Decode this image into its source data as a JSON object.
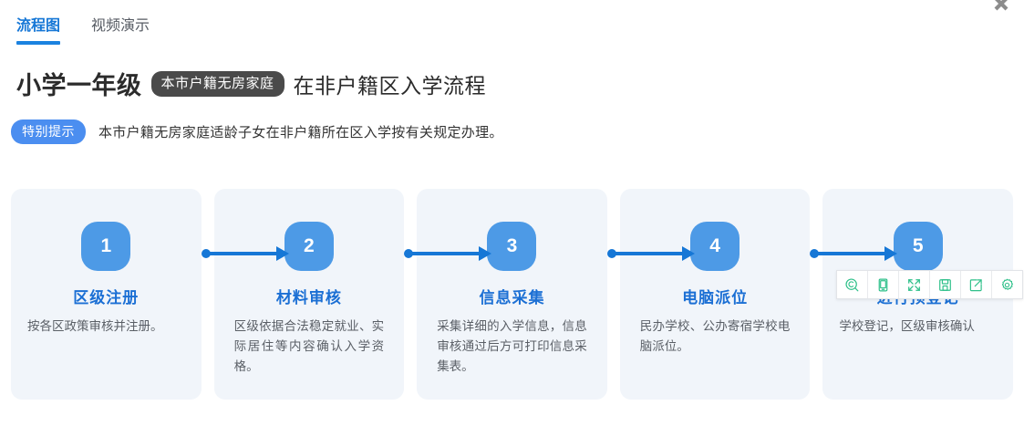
{
  "window": {
    "close_label": "×",
    "close_icon": "close-icon"
  },
  "tabs": [
    {
      "label": "流程图",
      "active": true
    },
    {
      "label": "视频演示",
      "active": false
    }
  ],
  "heading": {
    "main": "小学一年级",
    "chip": "本市户籍无房家庭",
    "tail": "在非户籍区入学流程"
  },
  "notice": {
    "chip": "特别提示",
    "text": "本市户籍无房家庭适龄子女在非户籍所在区入学按有关规定办理。"
  },
  "flow": {
    "steps": [
      {
        "number": "1",
        "title": "区级注册",
        "desc": "按各区政策审核并注册。"
      },
      {
        "number": "2",
        "title": "材料审核",
        "desc": "区级依据合法稳定就业、实际居住等内容确认入学资格。"
      },
      {
        "number": "3",
        "title": "信息采集",
        "desc": "采集详细的入学信息，信息审核通过后方可打印信息采集表。"
      },
      {
        "number": "4",
        "title": "电脑派位",
        "desc": "民办学校、公办寄宿学校电脑派位。"
      },
      {
        "number": "5",
        "title": "进行预登记",
        "desc": "学校登记，区级审核确认"
      }
    ]
  },
  "image_toolbar": {
    "buttons": [
      {
        "name": "qq-image-search-icon",
        "title": "识图"
      },
      {
        "name": "mobile-preview-icon",
        "title": "手机查看"
      },
      {
        "name": "expand-fullscreen-icon",
        "title": "查看大图"
      },
      {
        "name": "save-image-icon",
        "title": "保存图片"
      },
      {
        "name": "share-image-icon",
        "title": "分享图片"
      },
      {
        "name": "settings-gear-icon",
        "title": "设置"
      }
    ]
  },
  "colors": {
    "accent_blue": "#1677d6",
    "badge_blue": "#4d9ae6",
    "title_blue": "#1b6fd4",
    "card_bg": "#f1f5fa",
    "chip_dark": "#4a4a4a",
    "chip_blue": "#4b8ef0",
    "toolbar_green": "#2fc08a"
  }
}
